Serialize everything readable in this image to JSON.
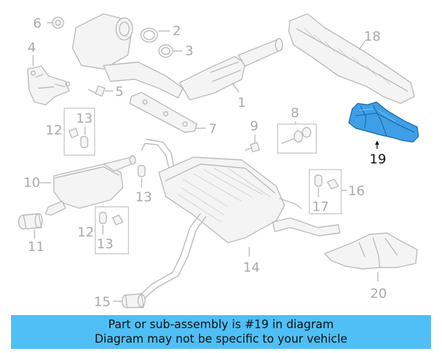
{
  "diagram": {
    "callouts": {
      "c1": "1",
      "c2": "2",
      "c3": "3",
      "c4": "4",
      "c5": "5",
      "c6": "6",
      "c7": "7",
      "c8": "8",
      "c9": "9",
      "c10": "10",
      "c11": "11",
      "c12a": "12",
      "c13a": "13",
      "c12b": "12",
      "c13b": "13",
      "c13c": "13",
      "c14": "14",
      "c15": "15",
      "c16": "16",
      "c17": "17",
      "c18": "18",
      "c19": "19",
      "c20": "20"
    },
    "highlight_color": "#3f9fe6",
    "part_color": "#b9b9b9"
  },
  "banner": {
    "line1": "Part or sub-assembly is #19 in diagram",
    "line2": "Diagram may not be specific to your vehicle",
    "background": "#4fbff5"
  }
}
